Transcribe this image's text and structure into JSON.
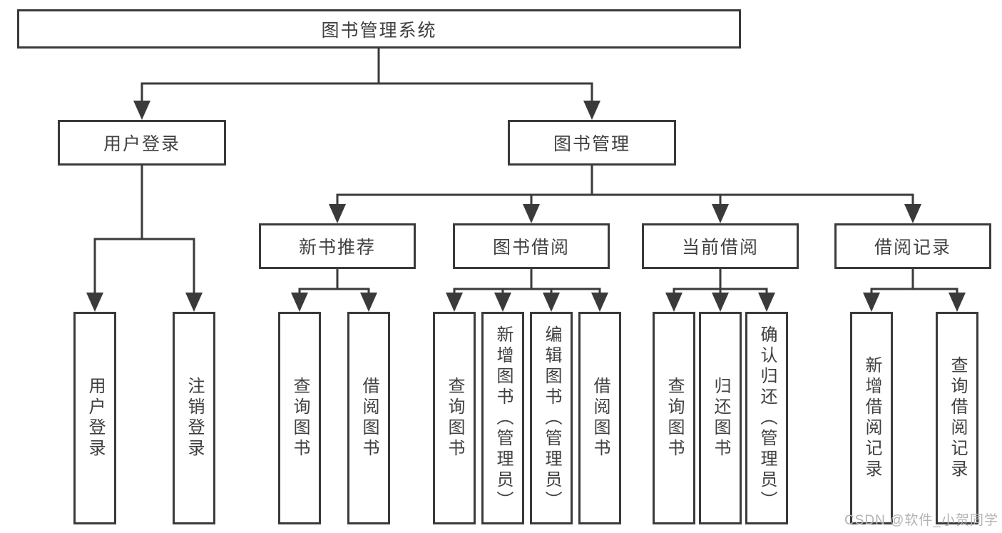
{
  "diagram": {
    "title": "图书管理系统",
    "type": "hierarchy-tree",
    "colors": {
      "line": "#3a3a3a",
      "box_border": "#3a3a3a",
      "text": "#404040",
      "background": "#ffffff",
      "watermark": "#b3b3b3"
    },
    "tree": {
      "root": {
        "label": "图书管理系统"
      },
      "level2": [
        {
          "label": "用户登录",
          "parent": "图书管理系统"
        },
        {
          "label": "图书管理",
          "parent": "图书管理系统"
        }
      ],
      "level3": [
        {
          "label": "新书推荐",
          "parent": "图书管理"
        },
        {
          "label": "图书借阅",
          "parent": "图书管理"
        },
        {
          "label": "当前借阅",
          "parent": "图书管理"
        },
        {
          "label": "借阅记录",
          "parent": "图书管理"
        }
      ],
      "leaves": [
        {
          "label": "用户登录",
          "parent": "用户登录"
        },
        {
          "label": "注销登录",
          "parent": "用户登录"
        },
        {
          "label": "查询图书",
          "parent": "新书推荐"
        },
        {
          "label": "借阅图书",
          "parent": "新书推荐"
        },
        {
          "label": "查询图书",
          "parent": "图书借阅"
        },
        {
          "label": "新增图书（管理员）",
          "parent": "图书借阅"
        },
        {
          "label": "编辑图书（管理员）",
          "parent": "图书借阅"
        },
        {
          "label": "借阅图书",
          "parent": "图书借阅"
        },
        {
          "label": "查询图书",
          "parent": "当前借阅"
        },
        {
          "label": "归还图书",
          "parent": "当前借阅"
        },
        {
          "label": "确认归还（管理员）",
          "parent": "当前借阅"
        },
        {
          "label": "新增借阅记录",
          "parent": "借阅记录"
        },
        {
          "label": "查询借阅记录",
          "parent": "借阅记录"
        }
      ]
    },
    "watermark": "CSDN @软件_小贺同学"
  }
}
